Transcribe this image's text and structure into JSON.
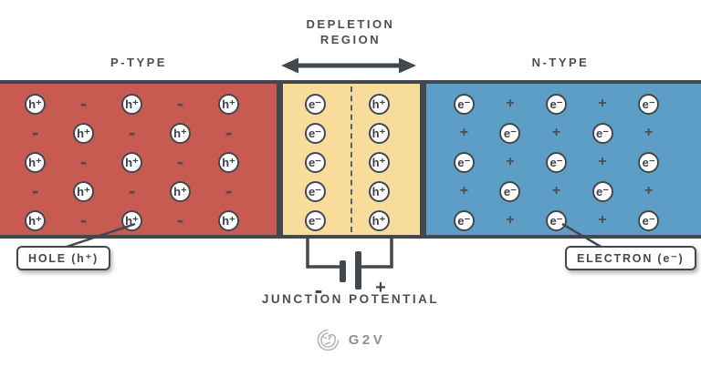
{
  "header": {
    "depletion_label_line1": "DEPLETION",
    "depletion_label_line2": "REGION",
    "p_type_label": "P-TYPE",
    "n_type_label": "N-TYPE"
  },
  "symbols": {
    "hole": "h⁺",
    "electron": "e⁻",
    "plus": "+",
    "minus": "-"
  },
  "regions": {
    "p_type": {
      "name": "P-TYPE",
      "fill": "#c75b51",
      "pattern": [
        [
          "h",
          "-",
          "h",
          "-",
          "h"
        ],
        [
          "-",
          "h",
          "-",
          "h",
          "-"
        ],
        [
          "h",
          "-",
          "h",
          "-",
          "h"
        ],
        [
          "-",
          "h",
          "-",
          "h",
          "-"
        ],
        [
          "h",
          "-",
          "h",
          "-",
          "h"
        ]
      ]
    },
    "depletion": {
      "name": "DEPLETION REGION",
      "fill": "#f8dc9c",
      "pattern": [
        [
          "e",
          "h"
        ],
        [
          "e",
          "h"
        ],
        [
          "e",
          "h"
        ],
        [
          "e",
          "h"
        ],
        [
          "e",
          "h"
        ]
      ]
    },
    "n_type": {
      "name": "N-TYPE",
      "fill": "#5d9ec7",
      "pattern": [
        [
          "e",
          "+",
          "e",
          "+",
          "e"
        ],
        [
          "+",
          "e",
          "+",
          "e",
          "+"
        ],
        [
          "e",
          "+",
          "e",
          "+",
          "e"
        ],
        [
          "+",
          "e",
          "+",
          "e",
          "+"
        ],
        [
          "e",
          "+",
          "e",
          "+",
          "e"
        ]
      ]
    }
  },
  "callouts": {
    "hole_label": "HOLE (h⁺)",
    "electron_label": "ELECTRON (e⁻)"
  },
  "battery": {
    "negative_terminal": "-",
    "positive_terminal": "+",
    "caption": "JUNCTION POTENTIAL"
  },
  "footer": {
    "brand": "G2V"
  },
  "colors": {
    "p_region": "#c75b51",
    "depletion_region": "#f8dc9c",
    "n_region": "#5d9ec7",
    "outline": "#43484e",
    "text": "#4a4f55",
    "logo_gray": "#b5b6b7"
  }
}
